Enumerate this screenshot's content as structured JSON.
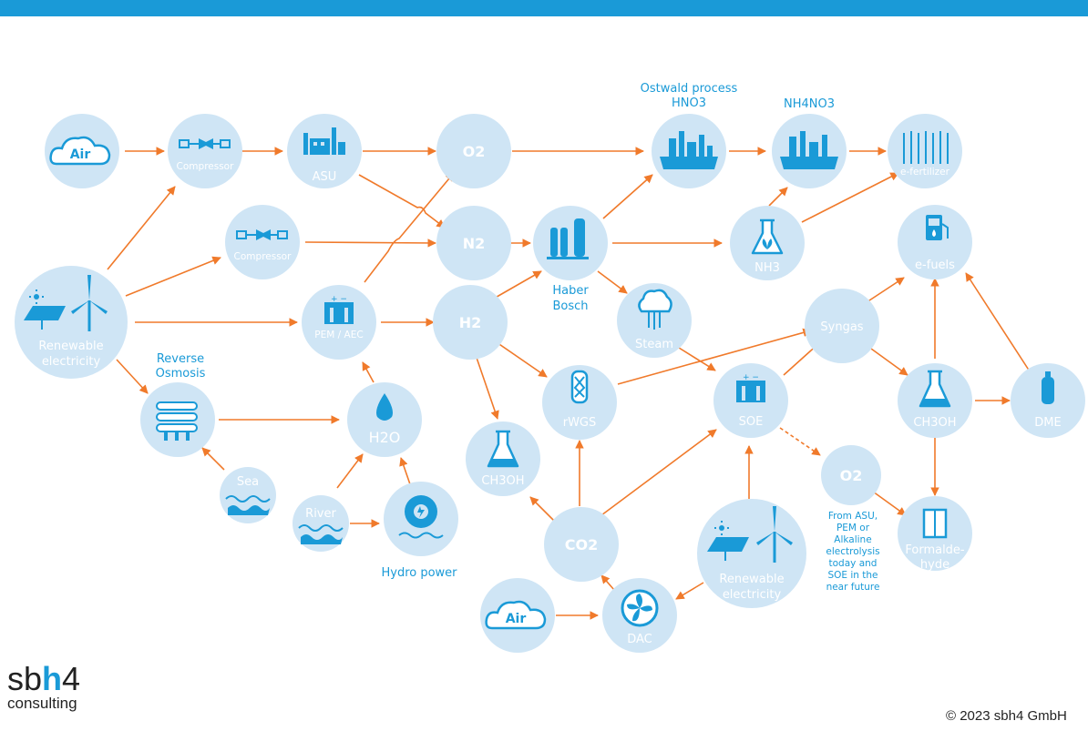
{
  "labels": {
    "air_top": "Air",
    "compressor_1": "Compressor",
    "asu": "ASU",
    "o2_top": "O2",
    "ostwald_title_1": "Ostwald process",
    "hno3": "HNO3",
    "nh4no3": "NH4NO3",
    "efertilizer": "e-fertilizer",
    "compressor_2": "Compressor",
    "n2": "N2",
    "haber_1": "Haber",
    "haber_2": "Bosch",
    "nh3": "NH3",
    "efuels": "e-fuels",
    "renewable_1": "Renewable",
    "renewable_2": "electricity",
    "pem": "PEM / AEC",
    "h2": "H2",
    "steam": "Steam",
    "syngas": "Syngas",
    "reverse_1": "Reverse",
    "reverse_2": "Osmosis",
    "h2o": "H2O",
    "rwgs": "rWGS",
    "soe": "SOE",
    "ch3oh_right": "CH3OH",
    "dme": "DME",
    "ch3oh_left": "CH3OH",
    "sea": "Sea",
    "river": "River",
    "hydro": "Hydro power",
    "o2_bottom": "O2",
    "o2_note": [
      "From ASU,",
      "PEM or",
      "Alkaline",
      "electrolysis",
      "today and",
      "SOE in the",
      "near future"
    ],
    "formaldehyde_1": "Formalde-",
    "formaldehyde_2": "hyde",
    "co2": "CO2",
    "renewable2_1": "Renewable",
    "renewable2_2": "electricity",
    "air_bottom": "Air",
    "dac": "DAC"
  },
  "logo": {
    "pre": "sb",
    "h": "h",
    "post": "4",
    "sub": "consulting"
  },
  "copyright": "© 2023 sbh4 GmbH",
  "colors": {
    "brand_blue": "#1a9ad7",
    "node_fill": "#cfe5f5",
    "arrow_orange": "#f07a2b"
  }
}
